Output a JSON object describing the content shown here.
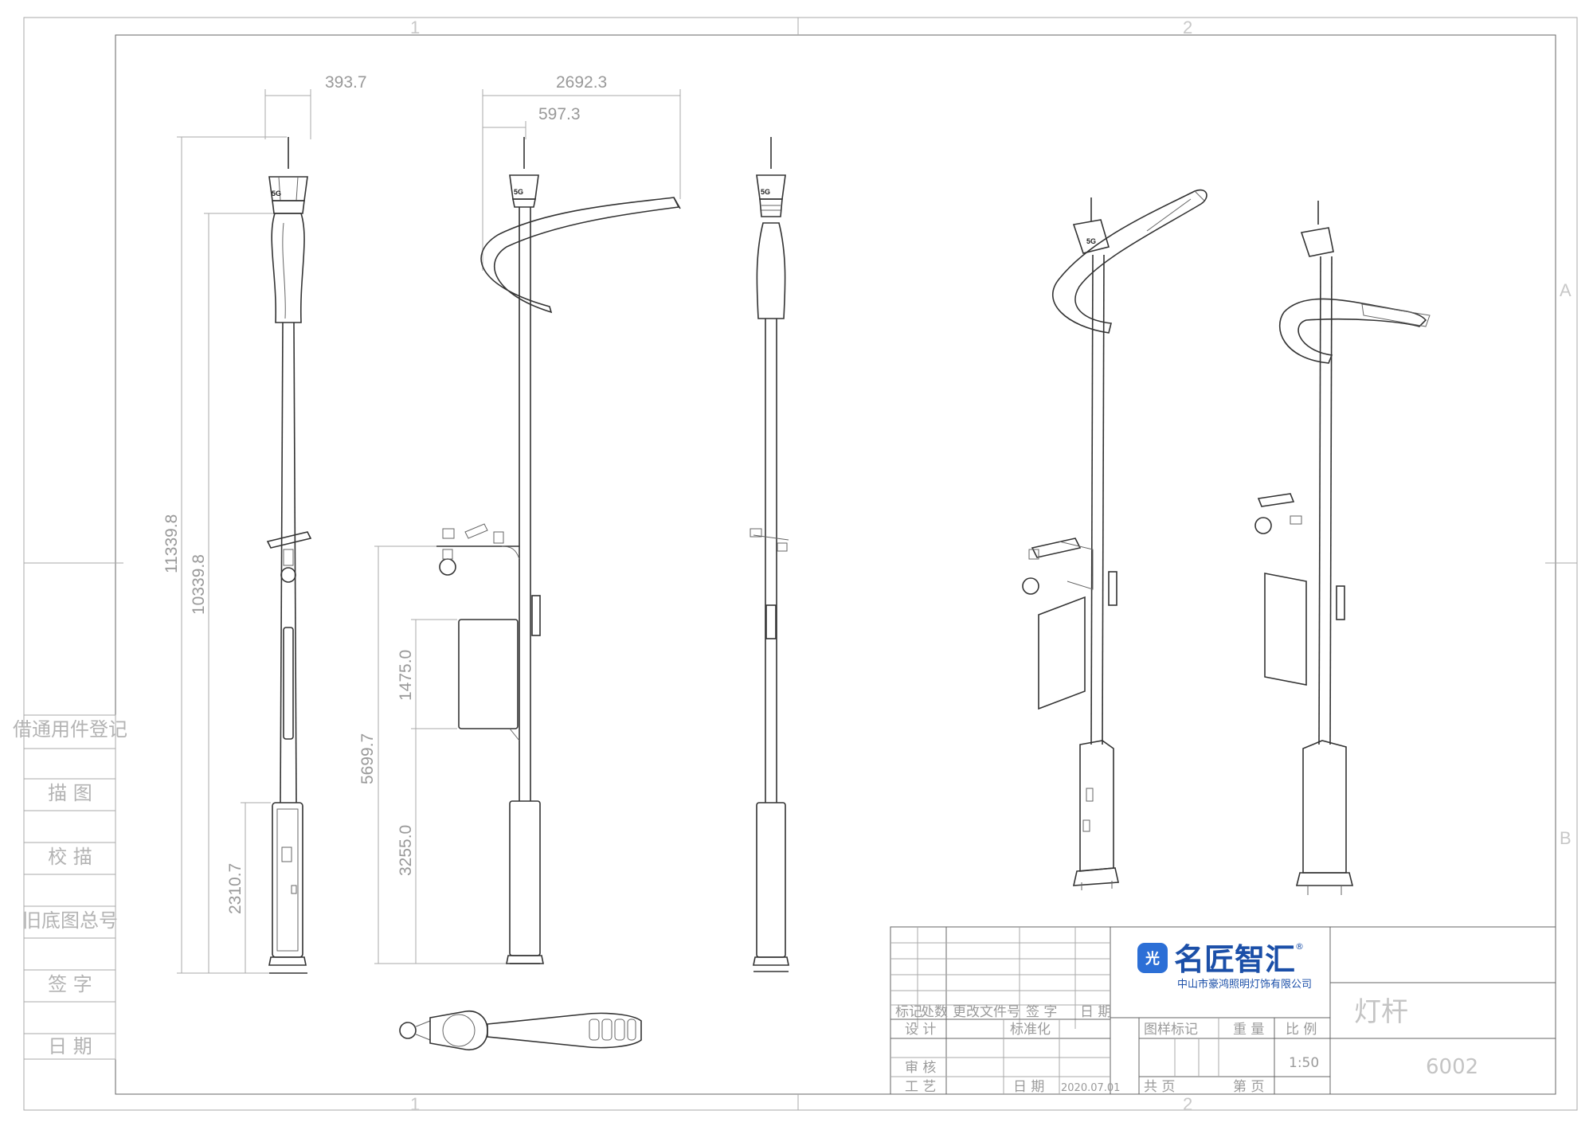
{
  "drawing": {
    "zone_markers": {
      "col1": "1",
      "col2": "2",
      "rowA": "A",
      "rowB": "B"
    },
    "dimensions": {
      "v1_top_width": "393.7",
      "v2_arm_span": "2692.3",
      "v2_arm_offset": "597.3",
      "v1_total_height": "11339.8",
      "v1_pole_height": "10339.8",
      "v1_base_height": "2310.7",
      "v2_bracket_height": "5699.7",
      "v2_panel_height": "1475.0",
      "v2_lower_height": "3255.0"
    },
    "pole_labels": {
      "tag": "5G"
    },
    "left_sidebar": [
      "借通用件登记",
      "描 图",
      "校 描",
      "旧底图总号",
      "签 字",
      "日 期"
    ],
    "title_block": {
      "revision_headers": [
        "标记",
        "处数",
        "更改文件号",
        "签 字",
        "日 期"
      ],
      "design_label": "设 计",
      "standardization_label": "标准化",
      "review_label": "审 核",
      "process_label": "工 艺",
      "date_label": "日 期",
      "date_value": "2020.07.01",
      "drawing_mark_label": "图样标记",
      "weight_label": "重 量",
      "scale_label": "比 例",
      "scale_value": "1:50",
      "total_sheets_label": "共  页",
      "sheet_label": "第  页",
      "drawing_title": "灯杆",
      "drawing_number": "6002"
    },
    "brand": {
      "logo_glyph": "光",
      "name": "名匠智汇",
      "registered": "®",
      "company": "中山市豪鸿照明灯饰有限公司",
      "color": "#1b4fa8"
    }
  }
}
